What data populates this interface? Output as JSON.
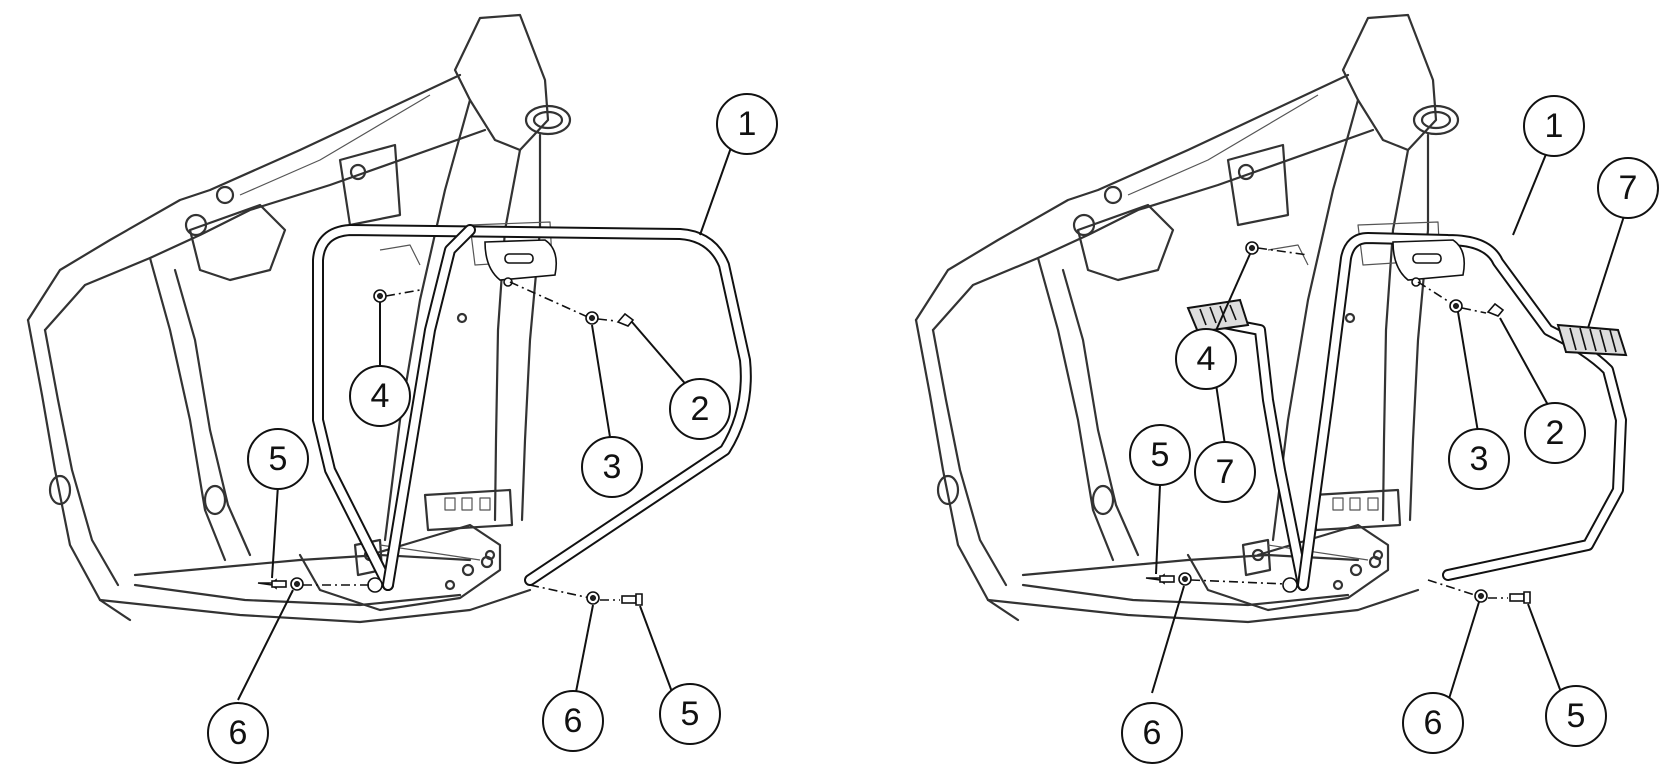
{
  "views": [
    {
      "id": "left",
      "callouts": [
        {
          "label": "1"
        },
        {
          "label": "2"
        },
        {
          "label": "3"
        },
        {
          "label": "4"
        },
        {
          "label": "5"
        },
        {
          "label": "6"
        },
        {
          "label": "6"
        },
        {
          "label": "5"
        }
      ]
    },
    {
      "id": "right",
      "callouts": [
        {
          "label": "1"
        },
        {
          "label": "7"
        },
        {
          "label": "4"
        },
        {
          "label": "2"
        },
        {
          "label": "3"
        },
        {
          "label": "5"
        },
        {
          "label": "7"
        },
        {
          "label": "6"
        },
        {
          "label": "6"
        },
        {
          "label": "5"
        }
      ]
    }
  ]
}
